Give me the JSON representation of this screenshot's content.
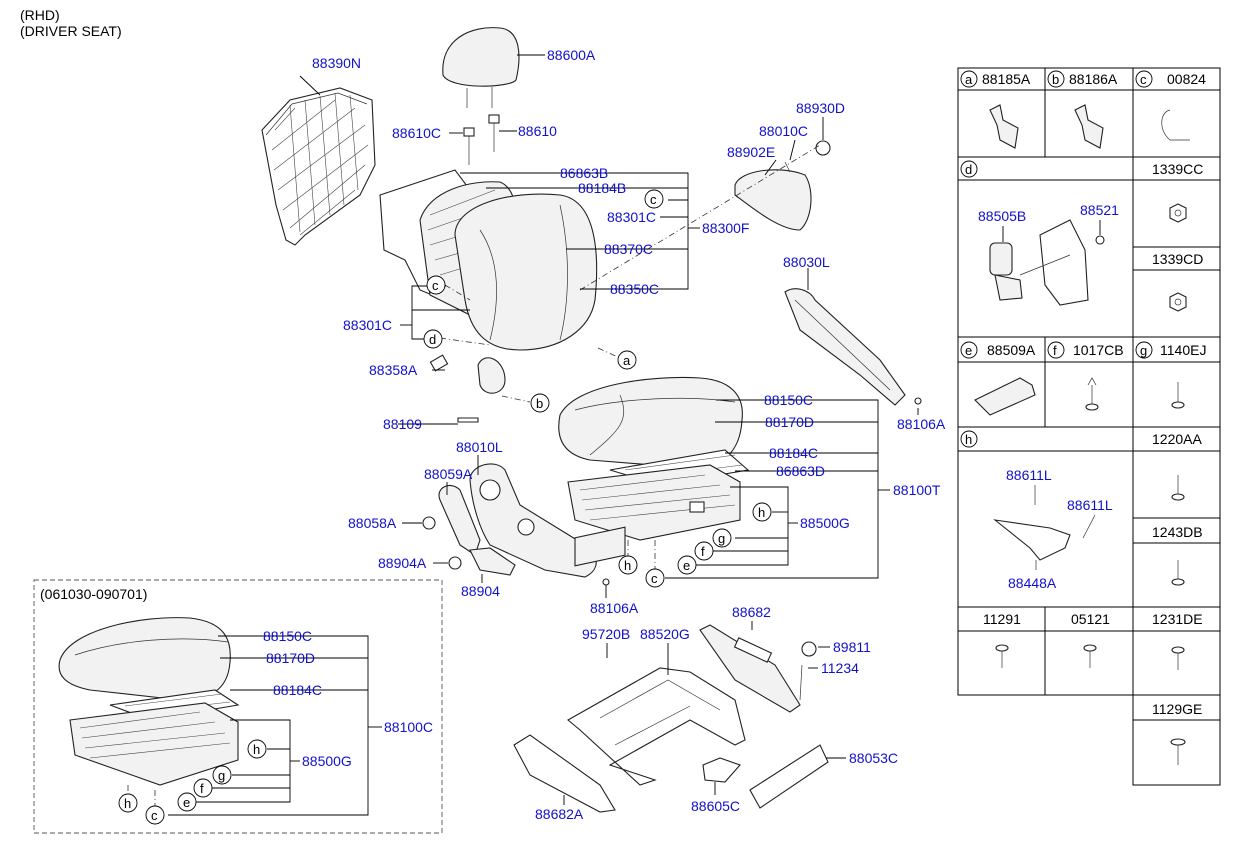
{
  "header": {
    "line1": "(RHD)",
    "line2": "(DRIVER SEAT)"
  },
  "inset_label": "(061030-090701)",
  "parts": {
    "p88390N": "88390N",
    "p88600A": "88600A",
    "p88610C": "88610C",
    "p88610": "88610",
    "p88930D": "88930D",
    "p88010C": "88010C",
    "p88902E": "88902E",
    "p86863B": "86863B",
    "p88184B": "88184B",
    "p88301C_r": "88301C",
    "p88370C": "88370C",
    "p88300F": "88300F",
    "p88350C": "88350C",
    "p88301C_l": "88301C",
    "p88358A": "88358A",
    "p88109": "88109",
    "p88030L": "88030L",
    "p88106A_r": "88106A",
    "p88150C": "88150C",
    "p88170D": "88170D",
    "p88184C": "88184C",
    "p86863D": "86863D",
    "p88100T": "88100T",
    "p88500G": "88500G",
    "p88010L": "88010L",
    "p88059A": "88059A",
    "p88058A": "88058A",
    "p88904A": "88904A",
    "p88904": "88904",
    "p88106A_b": "88106A",
    "p95720B": "95720B",
    "p88520G": "88520G",
    "p88682": "88682",
    "p89811": "89811",
    "p11234": "11234",
    "p88682A": "88682A",
    "p88605C": "88605C",
    "p88053C": "88053C",
    "i88150C": "88150C",
    "i88170D": "88170D",
    "i88184C": "88184C",
    "i88100C": "88100C",
    "i88500G": "88500G"
  },
  "callouts": {
    "a": "a",
    "b": "b",
    "c": "c",
    "d": "d",
    "e": "e",
    "f": "f",
    "g": "g",
    "h": "h"
  },
  "legend": {
    "a": {
      "letter": "a",
      "code": "88185A"
    },
    "b": {
      "letter": "b",
      "code": "88186A"
    },
    "c": {
      "letter": "c",
      "code": "00824"
    },
    "d": {
      "letter": "d",
      "code_1339CC": "1339CC",
      "code_1339CD": "1339CD",
      "p88505B": "88505B",
      "p88521": "88521"
    },
    "e": {
      "letter": "e",
      "code": "88509A"
    },
    "f": {
      "letter": "f",
      "code": "1017CB"
    },
    "g": {
      "letter": "g",
      "code": "1140EJ"
    },
    "h": {
      "letter": "h",
      "code_1220AA": "1220AA",
      "code_1243DB": "1243DB",
      "p88611L_1": "88611L",
      "p88611L_2": "88611L",
      "p88448A": "88448A"
    },
    "c11291": "11291",
    "c05121": "05121",
    "c1231DE": "1231DE",
    "c1129GE": "1129GE"
  }
}
